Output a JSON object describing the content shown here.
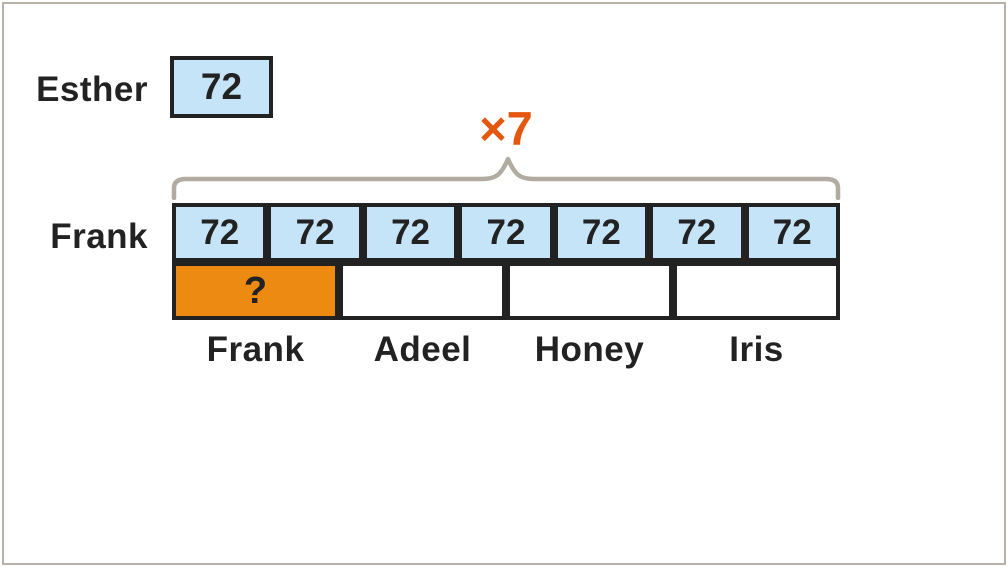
{
  "colors": {
    "dark": "#222222",
    "light_blue": "#c6e4f8",
    "orange_fill": "#ed8a12",
    "orange_text": "#e4570f",
    "brace": "#b2aba2",
    "frame": "#b9b2aa"
  },
  "esther": {
    "label": "Esther",
    "value": "72"
  },
  "multiplier": "×7",
  "frank": {
    "label": "Frank",
    "units": [
      "72",
      "72",
      "72",
      "72",
      "72",
      "72",
      "72"
    ]
  },
  "shares": {
    "unknown": "?",
    "names": [
      "Frank",
      "Adeel",
      "Honey",
      "Iris"
    ]
  }
}
